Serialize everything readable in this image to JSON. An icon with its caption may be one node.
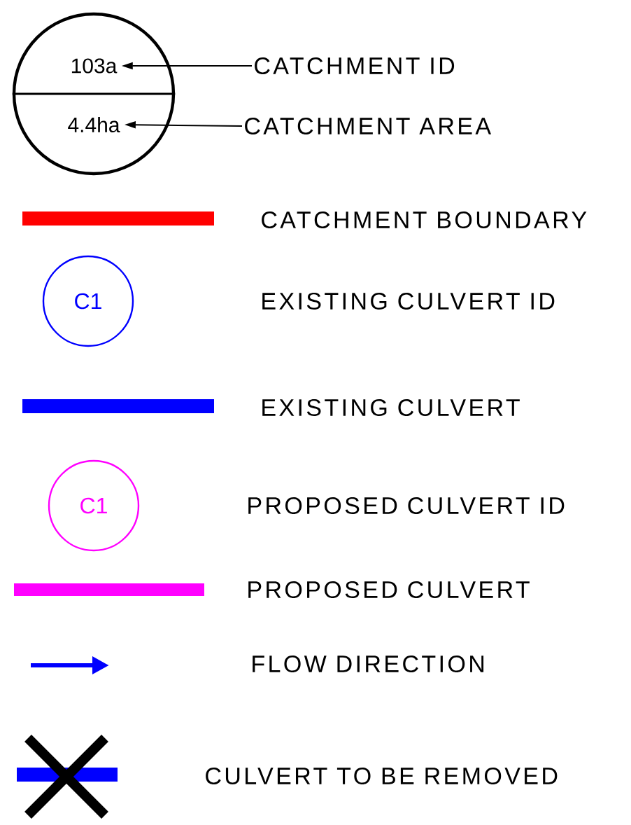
{
  "diagram": {
    "nodes": [
      {
        "text": [],
        "shape": "circle"
      },
      {
        "text": [
          "103a"
        ],
        "in": 0
      },
      {
        "text": [
          "4.4ha"
        ],
        "in": 0
      },
      {
        "text": [
          "CATCHMENT ID"
        ]
      },
      {
        "text": [
          "CATCHMENT AREA"
        ]
      },
      {
        "text": [
          "C1"
        ]
      },
      {
        "text": [
          "C1"
        ]
      }
    ],
    "edges": [
      {
        "from": 3,
        "to": 1,
        "arrow": "to"
      },
      {
        "from": 4,
        "to": 2,
        "arrow": "to"
      }
    ],
    "legend": [
      {
        "text": "CATCHMENT BOUNDARY"
      },
      {
        "text": "EXISTING CULVERT ID"
      },
      {
        "text": "EXISTING CULVERT"
      },
      {
        "text": "PROPOSED CULVERT ID"
      },
      {
        "text": "PROPOSED CULVERT"
      },
      {
        "text": "FLOW DIRECTION"
      },
      {
        "text": "CULVERT TO BE REMOVED"
      }
    ]
  }
}
